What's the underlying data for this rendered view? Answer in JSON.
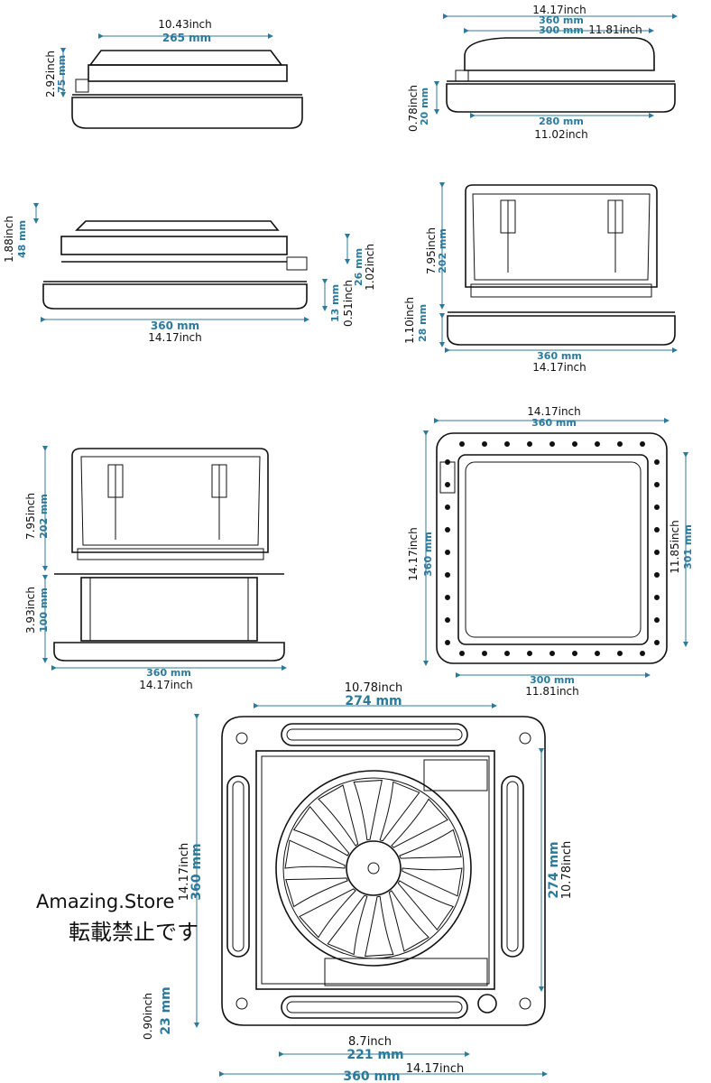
{
  "views": {
    "v1": {
      "top_inch": "10.43inch",
      "top_mm": "265 mm",
      "side_inch": "2.92inch",
      "side_mm": "75 mm"
    },
    "v2": {
      "top_inch": "14.17inch",
      "top_mm1": "360 mm",
      "top_mm2": "300 mm",
      "top_inch2": "11.81inch",
      "side_inch": "0.78inch",
      "side_mm": "20 mm",
      "bottom_mm": "280 mm",
      "bottom_inch": "11.02inch"
    },
    "v3": {
      "side_inch": "1.88inch",
      "side_mm": "48 mm",
      "right_mm1": "26 mm",
      "right_inch1": "1.02inch",
      "right_mm2": "13 mm",
      "right_inch2": "0.51inch",
      "bottom_mm": "360 mm",
      "bottom_inch": "14.17inch"
    },
    "v4": {
      "side_inch1": "7.95inch",
      "side_mm1": "202 mm",
      "side_inch2": "1.10inch",
      "side_mm2": "28 mm",
      "bottom_mm": "360 mm",
      "bottom_inch": "14.17inch"
    },
    "v5": {
      "side_inch1": "7.95inch",
      "side_mm1": "202 mm",
      "side_inch2": "3.93inch",
      "side_mm2": "100 mm",
      "bottom_mm": "360 mm",
      "bottom_inch": "14.17inch"
    },
    "v6": {
      "top_inch": "14.17inch",
      "top_mm": "360 mm",
      "left_inch": "14.17inch",
      "left_mm": "360 mm",
      "right_inch": "11.85inch",
      "right_mm": "301 mm",
      "bottom_mm": "300 mm",
      "bottom_inch": "11.81inch"
    },
    "v7": {
      "top_inch": "10.78inch",
      "top_mm": "274 mm",
      "left_inch": "14.17inch",
      "left_mm": "360 mm",
      "right_mm": "274 mm",
      "right_inch": "10.78inch",
      "small_inch": "0.90inch",
      "small_mm": "23 mm",
      "bot_inch": "8.7inch",
      "bot_mm": "221 mm",
      "base_mm": "360 mm",
      "base_inch": "14.17inch"
    }
  },
  "watermark": {
    "line1": "Amazing.Store",
    "line2": "転載禁止です"
  },
  "colors": {
    "dimension": "#2c7a9b",
    "line": "#111111"
  }
}
